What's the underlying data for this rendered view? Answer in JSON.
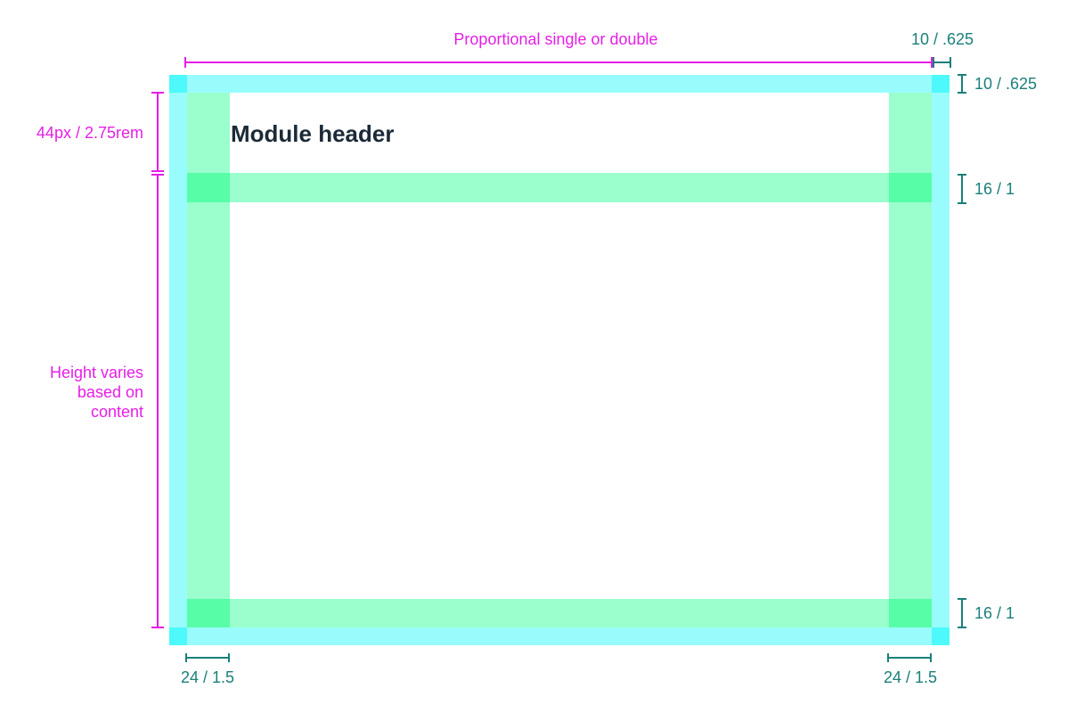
{
  "module": {
    "header_text": "Module header"
  },
  "annotations": {
    "width_label": "Proportional single or double",
    "outer_gutter_h_label": "10 / .625",
    "outer_gutter_v_label": "10 / .625",
    "header_height_label": "44px / 2.75rem",
    "content_height_label": [
      "Height varies",
      "based on",
      "content"
    ],
    "top_padding_label": "16 / 1",
    "bottom_padding_label": "16 / 1",
    "left_padding_label": "24 / 1.5",
    "right_padding_label": "24 / 1.5"
  },
  "colors": {
    "gutter": "#99fcfc",
    "gutter_corner": "#4df9fa",
    "padding": "#9afecd",
    "padding_overlap": "#57fda7",
    "annotation_magenta": "#e61ee6",
    "annotation_teal": "#1a7f7a",
    "header_text": "#1b2a38"
  }
}
